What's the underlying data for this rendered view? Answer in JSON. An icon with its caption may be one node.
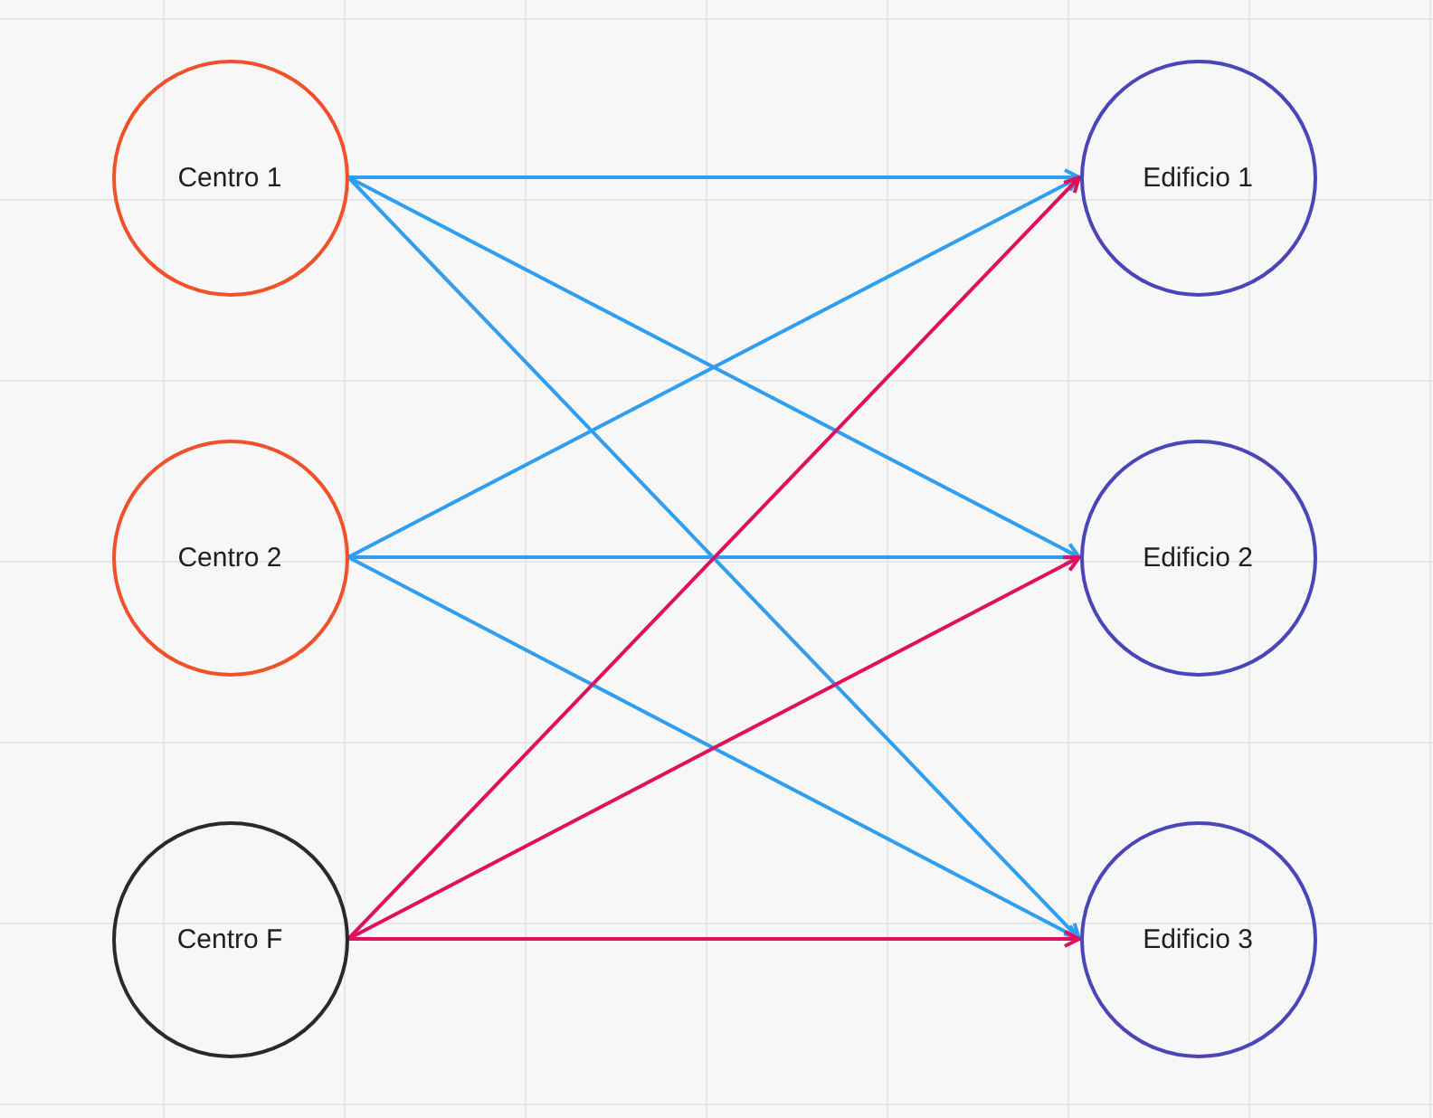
{
  "diagram": {
    "nodes": [
      {
        "text": [
          "Centro 1"
        ]
      },
      {
        "text": [
          "Centro 2"
        ]
      },
      {
        "text": [
          "Centro F"
        ]
      },
      {
        "text": [
          "Edificio 1"
        ]
      },
      {
        "text": [
          "Edificio 2"
        ]
      },
      {
        "text": [
          "Edificio 3"
        ]
      }
    ],
    "edges": [
      {
        "from": 0,
        "to": 3,
        "arrow": "to"
      },
      {
        "from": 0,
        "to": 4,
        "arrow": "to"
      },
      {
        "from": 0,
        "to": 5,
        "arrow": "to"
      },
      {
        "from": 1,
        "to": 3,
        "arrow": "to"
      },
      {
        "from": 1,
        "to": 4,
        "arrow": "to"
      },
      {
        "from": 1,
        "to": 5,
        "arrow": "to"
      },
      {
        "from": 2,
        "to": 3,
        "arrow": "to",
        "color": "#e0105e"
      },
      {
        "from": 2,
        "to": 4,
        "arrow": "to",
        "color": "#e0105e"
      },
      {
        "from": 2,
        "to": 5,
        "arrow": "to",
        "color": "#e0105e"
      }
    ]
  }
}
